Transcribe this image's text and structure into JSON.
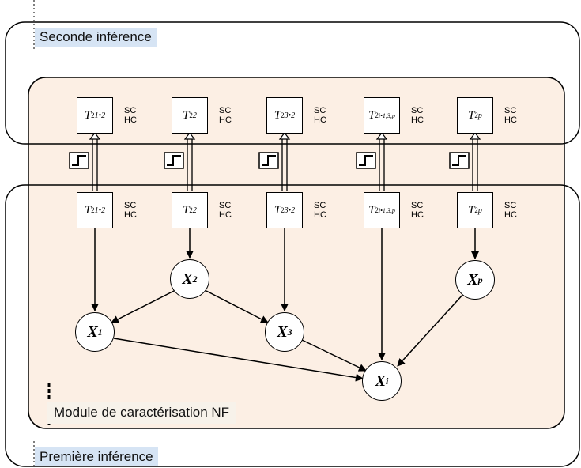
{
  "labels": {
    "seconde": "Seconde inférence",
    "premiere": "Première inférence",
    "module": "Module de caractérisation NF"
  },
  "variables": {
    "t_sup": "2",
    "t_letter": "T",
    "x_letter": "X",
    "sc": "SC",
    "hc": "HC"
  },
  "columns": [
    {
      "id": "c1",
      "sub": "1•2"
    },
    {
      "id": "c2",
      "sub": "2"
    },
    {
      "id": "c3",
      "sub": "3•2"
    },
    {
      "id": "c4",
      "sub": "i•1,3,p"
    },
    {
      "id": "c5",
      "sub": "p"
    }
  ],
  "nodes": [
    {
      "id": "x1",
      "sub": "1"
    },
    {
      "id": "x2",
      "sub": "2"
    },
    {
      "id": "x3",
      "sub": "3"
    },
    {
      "id": "xp",
      "sub": "p"
    },
    {
      "id": "xi",
      "sub": "i"
    }
  ],
  "colors": {
    "module_fill": "#fcefe4",
    "label_bg": "#d6e4f4",
    "stroke": "#000000"
  }
}
